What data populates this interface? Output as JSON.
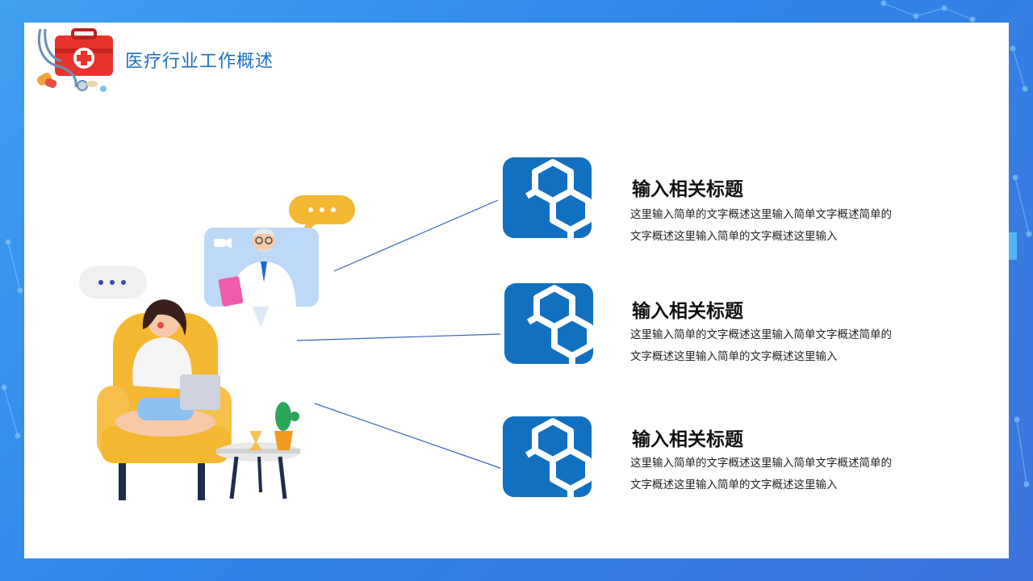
{
  "header": {
    "title": "医疗行业工作概述",
    "logo_icon": "first-aid-kit-stethoscope-icon"
  },
  "colors": {
    "accent_blue": "#1270c0",
    "title_blue": "#1c6fc0",
    "background_blue": "#2f86e8"
  },
  "items": [
    {
      "title": "输入相关标题",
      "description": "这里输入简单的文字概述这里输入简单文字概述简单的文字概述这里输入简单的文字概述这里输入",
      "icon": "molecule-hexagon-icon"
    },
    {
      "title": "输入相关标题",
      "description": "这里输入简单的文字概述这里输入简单文字概述简单的文字概述这里输入简单的文字概述这里输入",
      "icon": "molecule-hexagon-icon"
    },
    {
      "title": "输入相关标题",
      "description": "这里输入简单的文字概述这里输入简单文字概述简单的文字概述这里输入简单的文字概述这里输入",
      "icon": "molecule-hexagon-icon"
    }
  ],
  "illustration": {
    "icon": "telemedicine-consultation-icon"
  }
}
